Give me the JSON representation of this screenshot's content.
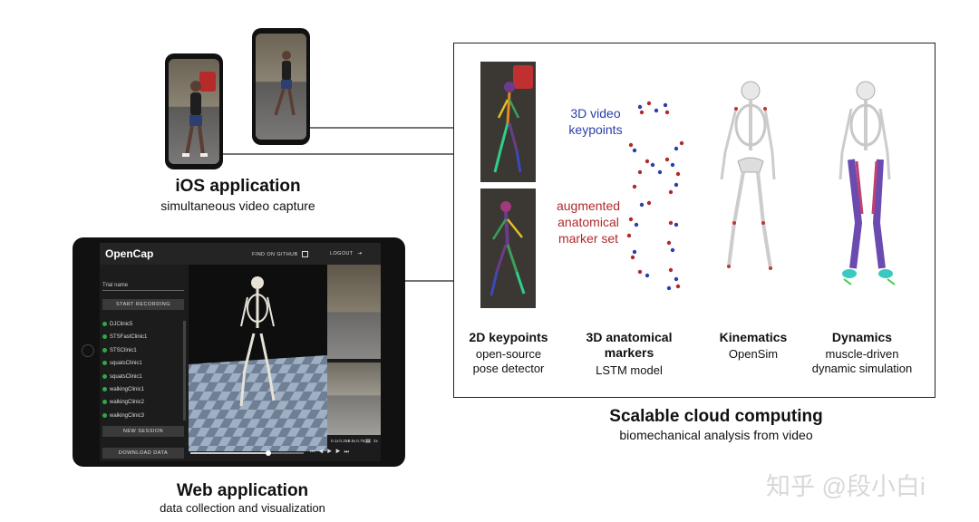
{
  "ios": {
    "title": "iOS application",
    "subtitle": "simultaneous video capture"
  },
  "web": {
    "title": "Web application",
    "subtitle": "data collection and visualization",
    "app_name": "OpenCap",
    "find_github": "FIND ON GITHUB",
    "logout": "LOGOUT",
    "trial_placeholder": "Trial name",
    "start_recording": "START RECORDING",
    "trials": [
      "DJClinic5",
      "STSFastClinic1",
      "STSClinic1",
      "squatsClinic1",
      "squatsClinic1",
      "walkingClinic1",
      "walkingClinic2",
      "walkingClinic3"
    ],
    "new_session": "NEW SESSION",
    "download_data": "DOWNLOAD DATA",
    "speeds": [
      "0.1x",
      "0.25x",
      "0.5x",
      "0.75x",
      "1x",
      "2x"
    ],
    "selected_speed": "1x",
    "accent_color": "#2ea84a"
  },
  "cloud": {
    "title": "Scalable cloud computing",
    "subtitle": "biomechanical analysis from video",
    "video_keypoints_label": [
      "3D video",
      "keypoints"
    ],
    "augmented_label": [
      "augmented",
      "anatomical",
      "marker set"
    ],
    "label_colors": {
      "video_keypoints": "#2a3fa8",
      "augmented": "#b02a2a"
    },
    "columns": [
      {
        "title": "2D keypoints",
        "sub": [
          "open-source",
          "pose detector"
        ]
      },
      {
        "title": "3D anatomical",
        "title2": "markers",
        "sub": [
          "LSTM model"
        ]
      },
      {
        "title": "Kinematics",
        "sub": [
          "OpenSim"
        ]
      },
      {
        "title": "Dynamics",
        "sub": [
          "muscle-driven",
          "dynamic simulation"
        ]
      }
    ]
  },
  "watermark": "知乎 @段小白i"
}
